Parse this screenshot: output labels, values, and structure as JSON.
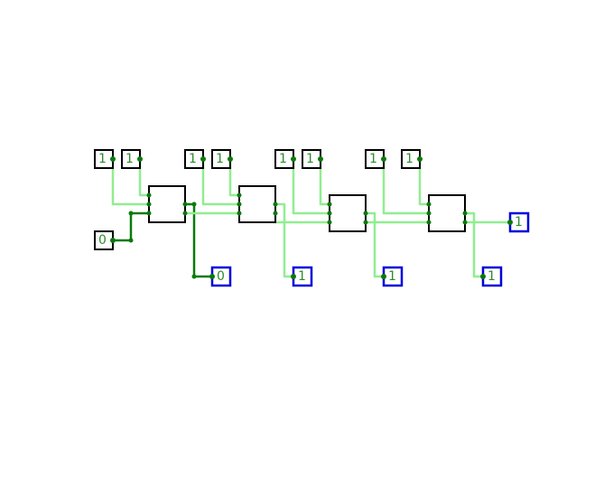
{
  "colors": {
    "background": "#ffffff",
    "wire_off": "#90ee90",
    "wire_on": "#0a7a0a",
    "node": "#0a7a0a",
    "gate_border": "#000000",
    "input_border": "#000000",
    "output_border": "#0000dd",
    "label": "#2e8b2e"
  },
  "inputs": {
    "a0": "1",
    "b0": "1",
    "a1": "1",
    "b1": "1",
    "a2": "1",
    "b2": "1",
    "a3": "1",
    "b3": "1",
    "carry_in": "0"
  },
  "outputs": {
    "sum0": "0",
    "sum1": "1",
    "sum2": "1",
    "sum3": "1",
    "carry_out": "1"
  }
}
